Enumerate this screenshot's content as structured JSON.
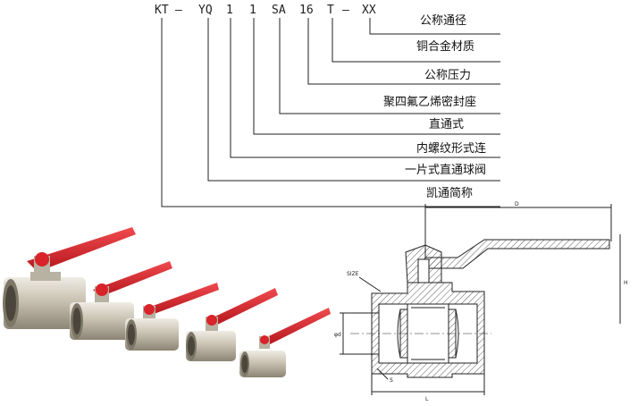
{
  "code": [
    "KT",
    "—",
    "YQ",
    "1",
    "1",
    "SA",
    "16",
    "T",
    "—",
    "XX"
  ],
  "descriptions": [
    "公称通径",
    "铜合金材质",
    "公称压力",
    "聚四氟乙烯密封座",
    "直通式",
    "内螺纹形式连",
    "一片式直通球阀",
    "凯通简称"
  ],
  "drawing": {
    "labels": {
      "size": "SIZE",
      "diameter": "φd",
      "s": "S",
      "l": "L",
      "h": "H",
      "d": "D"
    }
  },
  "colors": {
    "handle": "#d8232a",
    "brass": "#c9c2b2",
    "hatch": "#333333"
  }
}
